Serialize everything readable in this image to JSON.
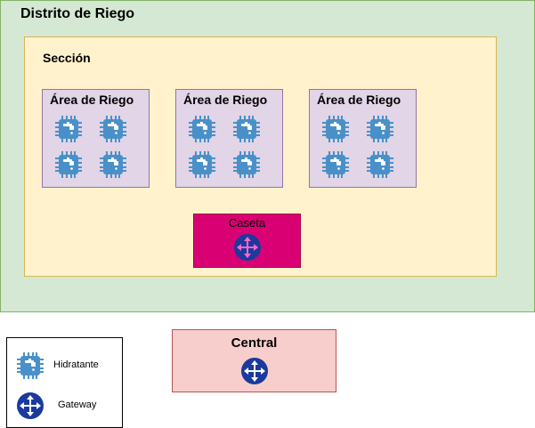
{
  "distrito": {
    "title": "Distrito de Riego"
  },
  "seccion": {
    "title": "Sección"
  },
  "areas": [
    {
      "title": "Área de Riego",
      "hydrants": 4
    },
    {
      "title": "Área de Riego",
      "hydrants": 4
    },
    {
      "title": "Área de Riego",
      "hydrants": 4
    }
  ],
  "caseta": {
    "title": "Caseta",
    "icon": "gateway-icon"
  },
  "central": {
    "title": "Central",
    "icon": "gateway-icon"
  },
  "legend": {
    "items": [
      {
        "icon": "hydrant-icon",
        "label": "Hidratante"
      },
      {
        "icon": "gateway-icon",
        "label": "Gateway"
      }
    ]
  },
  "colors": {
    "distrito_fill": "#d5e8d4",
    "seccion_fill": "#fff2cc",
    "area_fill": "#e1d5e7",
    "caseta_fill": "#d80073",
    "central_fill": "#f8cecc",
    "hydrant_icon": "#4a90c8",
    "gateway_icon": "#1a3a9c"
  }
}
